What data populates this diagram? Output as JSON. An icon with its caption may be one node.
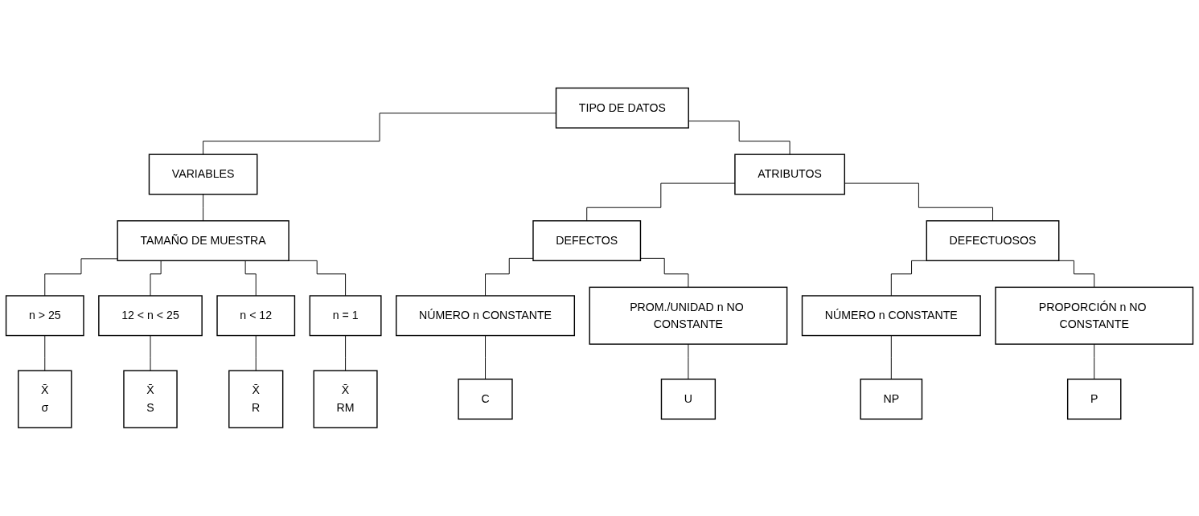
{
  "diagram": {
    "nodes": [
      {
        "text": [
          "TIPO DE DATOS"
        ]
      },
      {
        "text": [
          "VARIABLES"
        ]
      },
      {
        "text": [
          "ATRIBUTOS"
        ]
      },
      {
        "text": [
          "TAMAÑO DE MUESTRA"
        ]
      },
      {
        "text": [
          "DEFECTOS"
        ]
      },
      {
        "text": [
          "DEFECTUOSOS"
        ]
      },
      {
        "text": [
          "n > 25"
        ]
      },
      {
        "text": [
          "12 < n < 25"
        ]
      },
      {
        "text": [
          "n < 12"
        ]
      },
      {
        "text": [
          "n = 1"
        ]
      },
      {
        "text": [
          "NÚMERO n CONSTANTE"
        ]
      },
      {
        "text": [
          "PROM./UNIDAD n NO CONSTANTE"
        ]
      },
      {
        "text": [
          "NÚMERO n CONSTANTE"
        ]
      },
      {
        "text": [
          "PROPORCIÓN n NO CONSTANTE"
        ]
      },
      {
        "text": [
          "X̄",
          "σ"
        ]
      },
      {
        "text": [
          "X̄",
          "S"
        ]
      },
      {
        "text": [
          "X̄",
          "R"
        ]
      },
      {
        "text": [
          "X̄",
          "RM"
        ]
      },
      {
        "text": [
          "C"
        ]
      },
      {
        "text": [
          "U"
        ]
      },
      {
        "text": [
          "NP"
        ]
      },
      {
        "text": [
          "P"
        ]
      }
    ],
    "edges": [
      {
        "from": 0,
        "to": 1,
        "arrow": "none"
      },
      {
        "from": 0,
        "to": 2,
        "arrow": "none"
      },
      {
        "from": 1,
        "to": 3,
        "arrow": "none"
      },
      {
        "from": 2,
        "to": 4,
        "arrow": "none"
      },
      {
        "from": 2,
        "to": 5,
        "arrow": "none"
      },
      {
        "from": 3,
        "to": 6,
        "arrow": "none"
      },
      {
        "from": 3,
        "to": 7,
        "arrow": "none"
      },
      {
        "from": 3,
        "to": 8,
        "arrow": "none"
      },
      {
        "from": 3,
        "to": 9,
        "arrow": "none"
      },
      {
        "from": 4,
        "to": 10,
        "arrow": "none"
      },
      {
        "from": 4,
        "to": 11,
        "arrow": "none"
      },
      {
        "from": 5,
        "to": 12,
        "arrow": "none"
      },
      {
        "from": 5,
        "to": 13,
        "arrow": "none"
      },
      {
        "from": 6,
        "to": 14,
        "arrow": "none"
      },
      {
        "from": 7,
        "to": 15,
        "arrow": "none"
      },
      {
        "from": 8,
        "to": 16,
        "arrow": "none"
      },
      {
        "from": 9,
        "to": 17,
        "arrow": "none"
      },
      {
        "from": 10,
        "to": 18,
        "arrow": "none"
      },
      {
        "from": 11,
        "to": 19,
        "arrow": "none"
      },
      {
        "from": 12,
        "to": 20,
        "arrow": "none"
      },
      {
        "from": 13,
        "to": 21,
        "arrow": "none"
      }
    ]
  }
}
